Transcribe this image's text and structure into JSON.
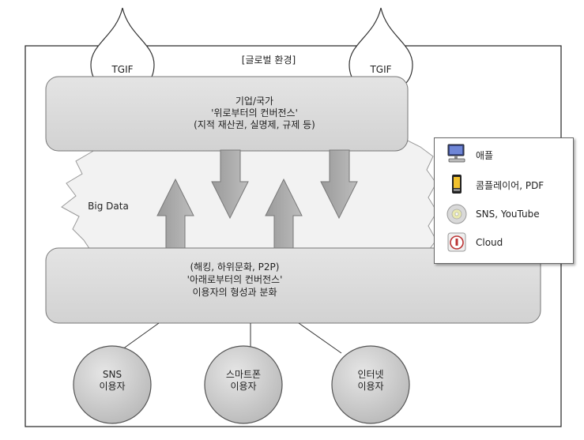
{
  "global_env_label": "[글로벌 환경]",
  "tgif_left": "TGIF",
  "tgif_right": "TGIF",
  "top_box": {
    "line1": "기업/국가",
    "line2": "'위로부터의 컨버전스'",
    "line3": "(지적 재산권, 실명제, 규제 등)"
  },
  "big_data": "Big Data",
  "bottom_box": {
    "line1": "(해킹, 하위문화, P2P)",
    "line2": "'아래로부터의 컨버전스'",
    "line3": "이용자의 형성과 분화"
  },
  "circles": [
    {
      "line1": "SNS",
      "line2": "이용자"
    },
    {
      "line1": "스마트폰",
      "line2": "이용자"
    },
    {
      "line1": "인터넷",
      "line2": "이용자"
    }
  ],
  "legend": [
    {
      "icon": "computer-icon",
      "label": "애플"
    },
    {
      "icon": "media-player-icon",
      "label": "콤플레이어, PDF"
    },
    {
      "icon": "disc-icon",
      "label": "SNS, YouTube"
    },
    {
      "icon": "cloud-icon",
      "label": "Cloud"
    }
  ]
}
